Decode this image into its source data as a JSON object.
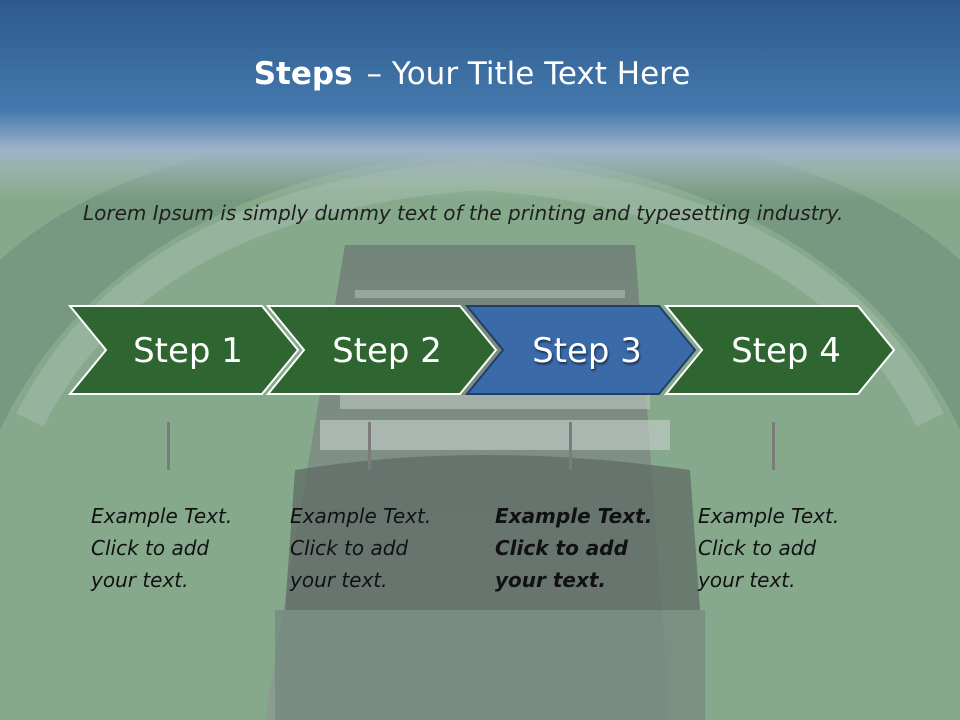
{
  "colors": {
    "header_blue": "#3a6a9f",
    "step_green": "#2e6530",
    "step_active_blue": "#3a6aa8",
    "background_green": "#86a98c"
  },
  "background": {
    "image": "photo-of-papers-from-above"
  },
  "title": {
    "bold": "Steps",
    "rest": "– Your Title Text Here"
  },
  "intro": "Lorem Ipsum is simply dummy text of the printing and typesetting industry.",
  "steps": [
    {
      "label": "Step 1",
      "active": false
    },
    {
      "label": "Step 2",
      "active": false
    },
    {
      "label": "Step 3",
      "active": true
    },
    {
      "label": "Step 4",
      "active": false
    }
  ],
  "descriptions": [
    {
      "lines": [
        "Example Text.",
        "Click  to add",
        "your text."
      ],
      "active": false
    },
    {
      "lines": [
        "Example Text.",
        "Click  to add",
        "your text."
      ],
      "active": false
    },
    {
      "lines": [
        "Example Text.",
        "Click  to add",
        "your text."
      ],
      "active": true
    },
    {
      "lines": [
        "Example Text.",
        "Click  to add",
        "your text."
      ],
      "active": false
    }
  ]
}
